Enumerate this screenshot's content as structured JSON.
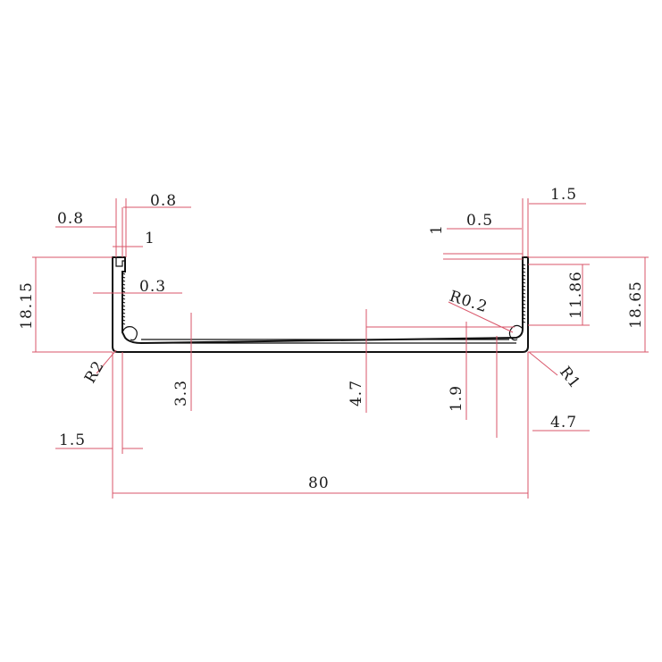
{
  "colors": {
    "dimension_line": "#d9566a",
    "profile_outline": "#111111",
    "text": "#1a1a1a",
    "background": "#ffffff"
  },
  "dimensions": {
    "top_left_slot_width": "0.8",
    "top_left_wall_offset": "0.8",
    "top_left_lip": "1",
    "left_height": "18.15",
    "left_inner_gap": "0.3",
    "top_right_wall": "1.5",
    "top_right_lip": "1",
    "top_right_slot": "0.5",
    "right_inner_height": "11.86",
    "right_height": "18.65",
    "inner_radius": "R0.2",
    "left_corner_radius": "R2",
    "right_corner_radius": "R1",
    "left_base_height": "3.3",
    "center_base_height": "4.7",
    "right_base_height": "1.9",
    "right_groove_width": "4.7",
    "left_wall_thickness": "1.5",
    "overall_width": "80"
  }
}
